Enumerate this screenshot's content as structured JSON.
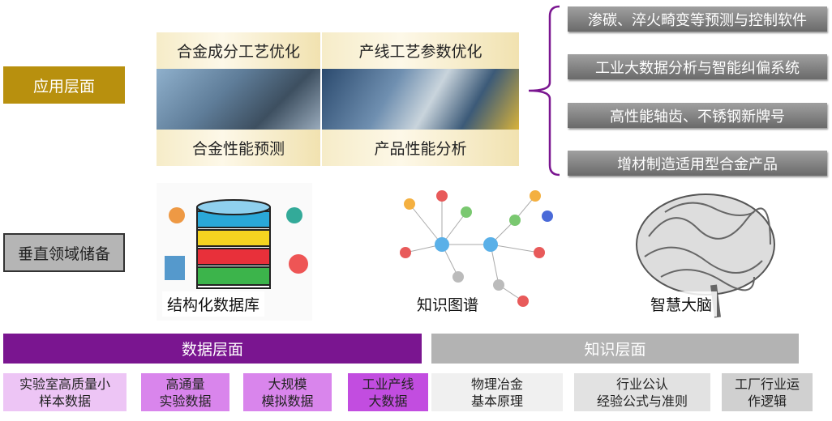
{
  "layers": {
    "application": "应用层面",
    "vertical": "垂直领域储备",
    "data": "数据层面",
    "knowledge": "知识层面"
  },
  "app_panel": {
    "top_left": "合金成分工艺优化",
    "top_right": "产线工艺参数优化",
    "bottom_left": "合金性能预测",
    "bottom_right": "产品性能分析"
  },
  "outcomes": [
    "渗碳、淬火畸变等预测与控制软件",
    "工业大数据分析与智能纠偏系统",
    "高性能轴齿、不锈钢新牌号",
    "增材制造适用型合金产品"
  ],
  "reserves": {
    "database": "结构化数据库",
    "graph": "知识图谱",
    "brain": "智慧大脑"
  },
  "data_items": [
    {
      "l1": "实验室高质量小",
      "l2": "样本数据"
    },
    {
      "l1": "高通量",
      "l2": "实验数据"
    },
    {
      "l1": "大规模",
      "l2": "模拟数据"
    },
    {
      "l1": "工业产线",
      "l2": "大数据"
    }
  ],
  "knowledge_items": [
    {
      "l1": "物理冶金",
      "l2": "基本原理"
    },
    {
      "l1": "行业公认",
      "l2": "经验公式与准则"
    },
    {
      "l1": "工厂行业运",
      "l2": "作逻辑"
    }
  ],
  "colors": {
    "gold": "#b8900e",
    "purple": "#7a1590",
    "gray": "#b3b3b3"
  }
}
